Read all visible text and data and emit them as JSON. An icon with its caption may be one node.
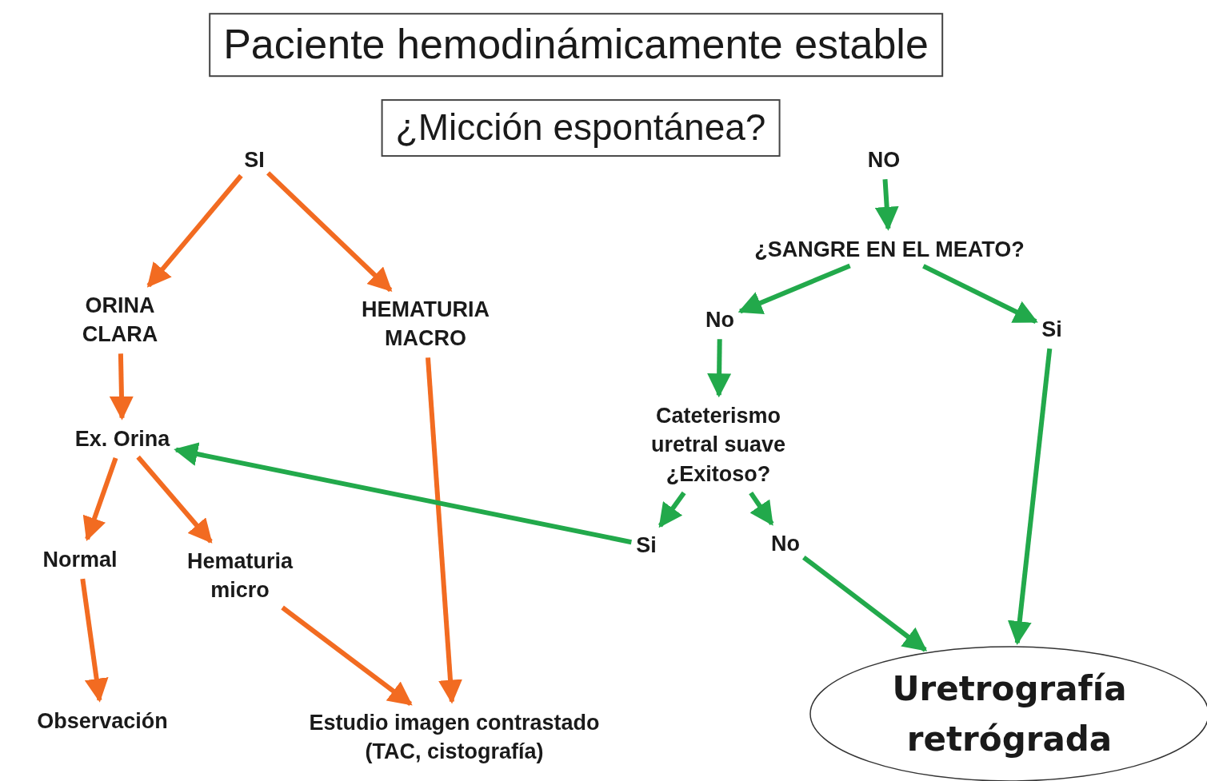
{
  "diagram": {
    "nodes": [
      {
        "text": [
          "Paciente hemodinámicamente estable"
        ]
      },
      {
        "text": [
          "¿Micción espontánea?"
        ]
      },
      {
        "text": [
          "SI"
        ]
      },
      {
        "text": [
          "NO"
        ]
      },
      {
        "text": [
          "ORINA CLARA"
        ]
      },
      {
        "text": [
          "HEMATURIA MACRO"
        ]
      },
      {
        "text": [
          "¿SANGRE EN EL MEATO?"
        ]
      },
      {
        "text": [
          "No"
        ]
      },
      {
        "text": [
          "Si"
        ]
      },
      {
        "text": [
          "Ex. Orina"
        ]
      },
      {
        "text": [
          "Cateterismo uretral suave ¿Exitoso?"
        ]
      },
      {
        "text": [
          "Normal"
        ]
      },
      {
        "text": [
          "Hematuria micro"
        ]
      },
      {
        "text": [
          "Si"
        ]
      },
      {
        "text": [
          "No"
        ]
      },
      {
        "text": [
          "Observación"
        ]
      },
      {
        "text": [
          "Estudio imagen contrastado (TAC, cistografía)"
        ]
      },
      {
        "text": [
          "Uretrografía retrógrada"
        ]
      }
    ],
    "edges": [
      {
        "from": 2,
        "to": 4,
        "arrow": "to",
        "color": "#f26b21"
      },
      {
        "from": 2,
        "to": 5,
        "arrow": "to",
        "color": "#f26b21"
      },
      {
        "from": 4,
        "to": 9,
        "arrow": "to",
        "color": "#f26b21"
      },
      {
        "from": 5,
        "to": 16,
        "arrow": "to",
        "color": "#f26b21"
      },
      {
        "from": 9,
        "to": 11,
        "arrow": "to",
        "color": "#f26b21"
      },
      {
        "from": 9,
        "to": 12,
        "arrow": "to",
        "color": "#f26b21"
      },
      {
        "from": 11,
        "to": 15,
        "arrow": "to",
        "color": "#f26b21"
      },
      {
        "from": 12,
        "to": 16,
        "arrow": "to",
        "color": "#f26b21"
      },
      {
        "from": 3,
        "to": 6,
        "arrow": "to"
      },
      {
        "from": 6,
        "to": 7,
        "arrow": "to"
      },
      {
        "from": 6,
        "to": 8,
        "arrow": "to"
      },
      {
        "from": 7,
        "to": 10,
        "arrow": "to"
      },
      {
        "from": 8,
        "to": 17,
        "arrow": "to"
      },
      {
        "from": 10,
        "to": 13,
        "arrow": "to"
      },
      {
        "from": 10,
        "to": 14,
        "arrow": "to"
      },
      {
        "from": 13,
        "to": 9,
        "arrow": "to"
      },
      {
        "from": 14,
        "to": 17,
        "arrow": "to"
      }
    ]
  }
}
